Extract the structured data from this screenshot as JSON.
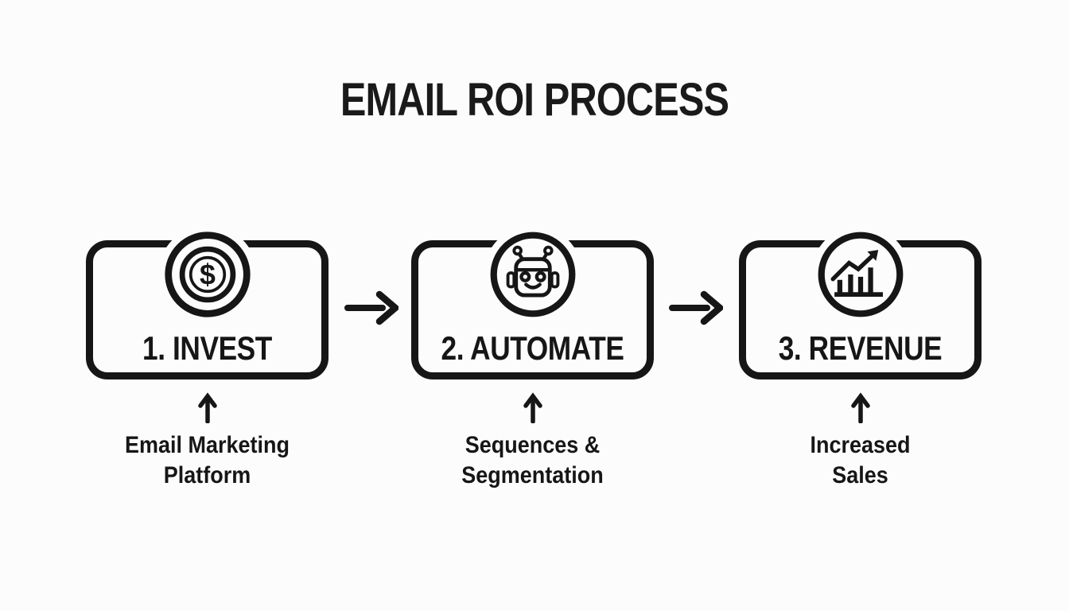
{
  "title": "EMAIL ROI PROCESS",
  "steps": [
    {
      "label": "1. INVEST",
      "icon": "dollar-coin",
      "caption_line1": "Email Marketing",
      "caption_line2": "Platform"
    },
    {
      "label": "2. AUTOMATE",
      "icon": "robot",
      "caption_line1": "Sequences &",
      "caption_line2": "Segmentation"
    },
    {
      "label": "3. REVENUE",
      "icon": "growth-chart",
      "caption_line1": "Increased",
      "caption_line2": "Sales"
    }
  ],
  "icon_symbols": {
    "coin_currency": "$"
  },
  "colors": {
    "ink": "#161616",
    "background": "#fcfcfc"
  }
}
